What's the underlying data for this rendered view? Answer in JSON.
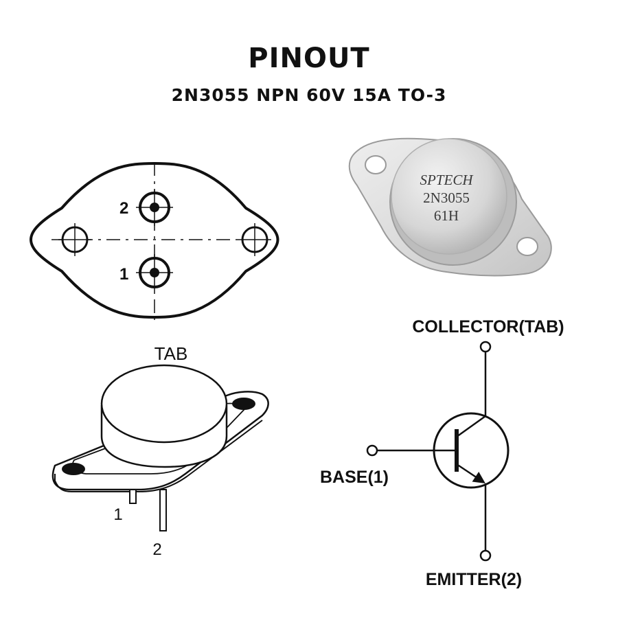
{
  "header": {
    "title": "PINOUT",
    "subtitle": "2N3055 NPN 60V 15A TO-3"
  },
  "bottom_view": {
    "pin_2_label": "2",
    "pin_1_label": "1"
  },
  "photo": {
    "marking_line1": "SPTECH",
    "marking_line2": "2N3055",
    "marking_line3": "61H"
  },
  "package_drawing": {
    "tab_label": "TAB",
    "pin_1_label": "1",
    "pin_2_label": "2"
  },
  "schematic": {
    "collector_label": "COLLECTOR(TAB)",
    "base_label": "BASE(1)",
    "emitter_label": "EMITTER(2)"
  }
}
